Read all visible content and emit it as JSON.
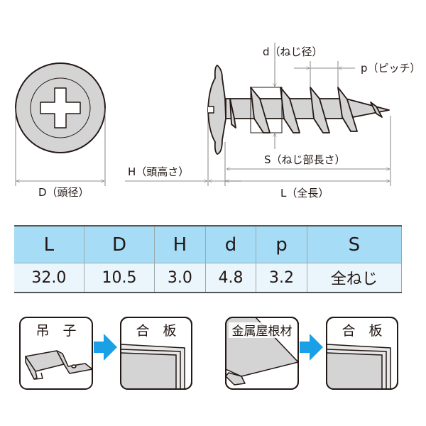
{
  "diagram": {
    "head_diameter_label": "D（頭径）",
    "head_height_label": "H（頭高さ）",
    "thread_diameter_label": "d（ねじ径）",
    "pitch_label": "p（ピッチ）",
    "thread_length_label": "S（ねじ部長さ）",
    "total_length_label": "L（全長）"
  },
  "spec_table": {
    "headers": [
      "L",
      "D",
      "H",
      "d",
      "p",
      "S"
    ],
    "values": [
      "32.0",
      "10.5",
      "3.0",
      "4.8",
      "3.2",
      "全ねじ"
    ]
  },
  "usage": [
    {
      "from": "吊　子",
      "to": "合　板"
    },
    {
      "from": "金属屋根材",
      "to": "合　板"
    }
  ],
  "colors": {
    "header": "#a6dcf5",
    "row": "#eaf6fc",
    "arrow": "#1aa0e6",
    "metal": "#d4d4d4"
  }
}
